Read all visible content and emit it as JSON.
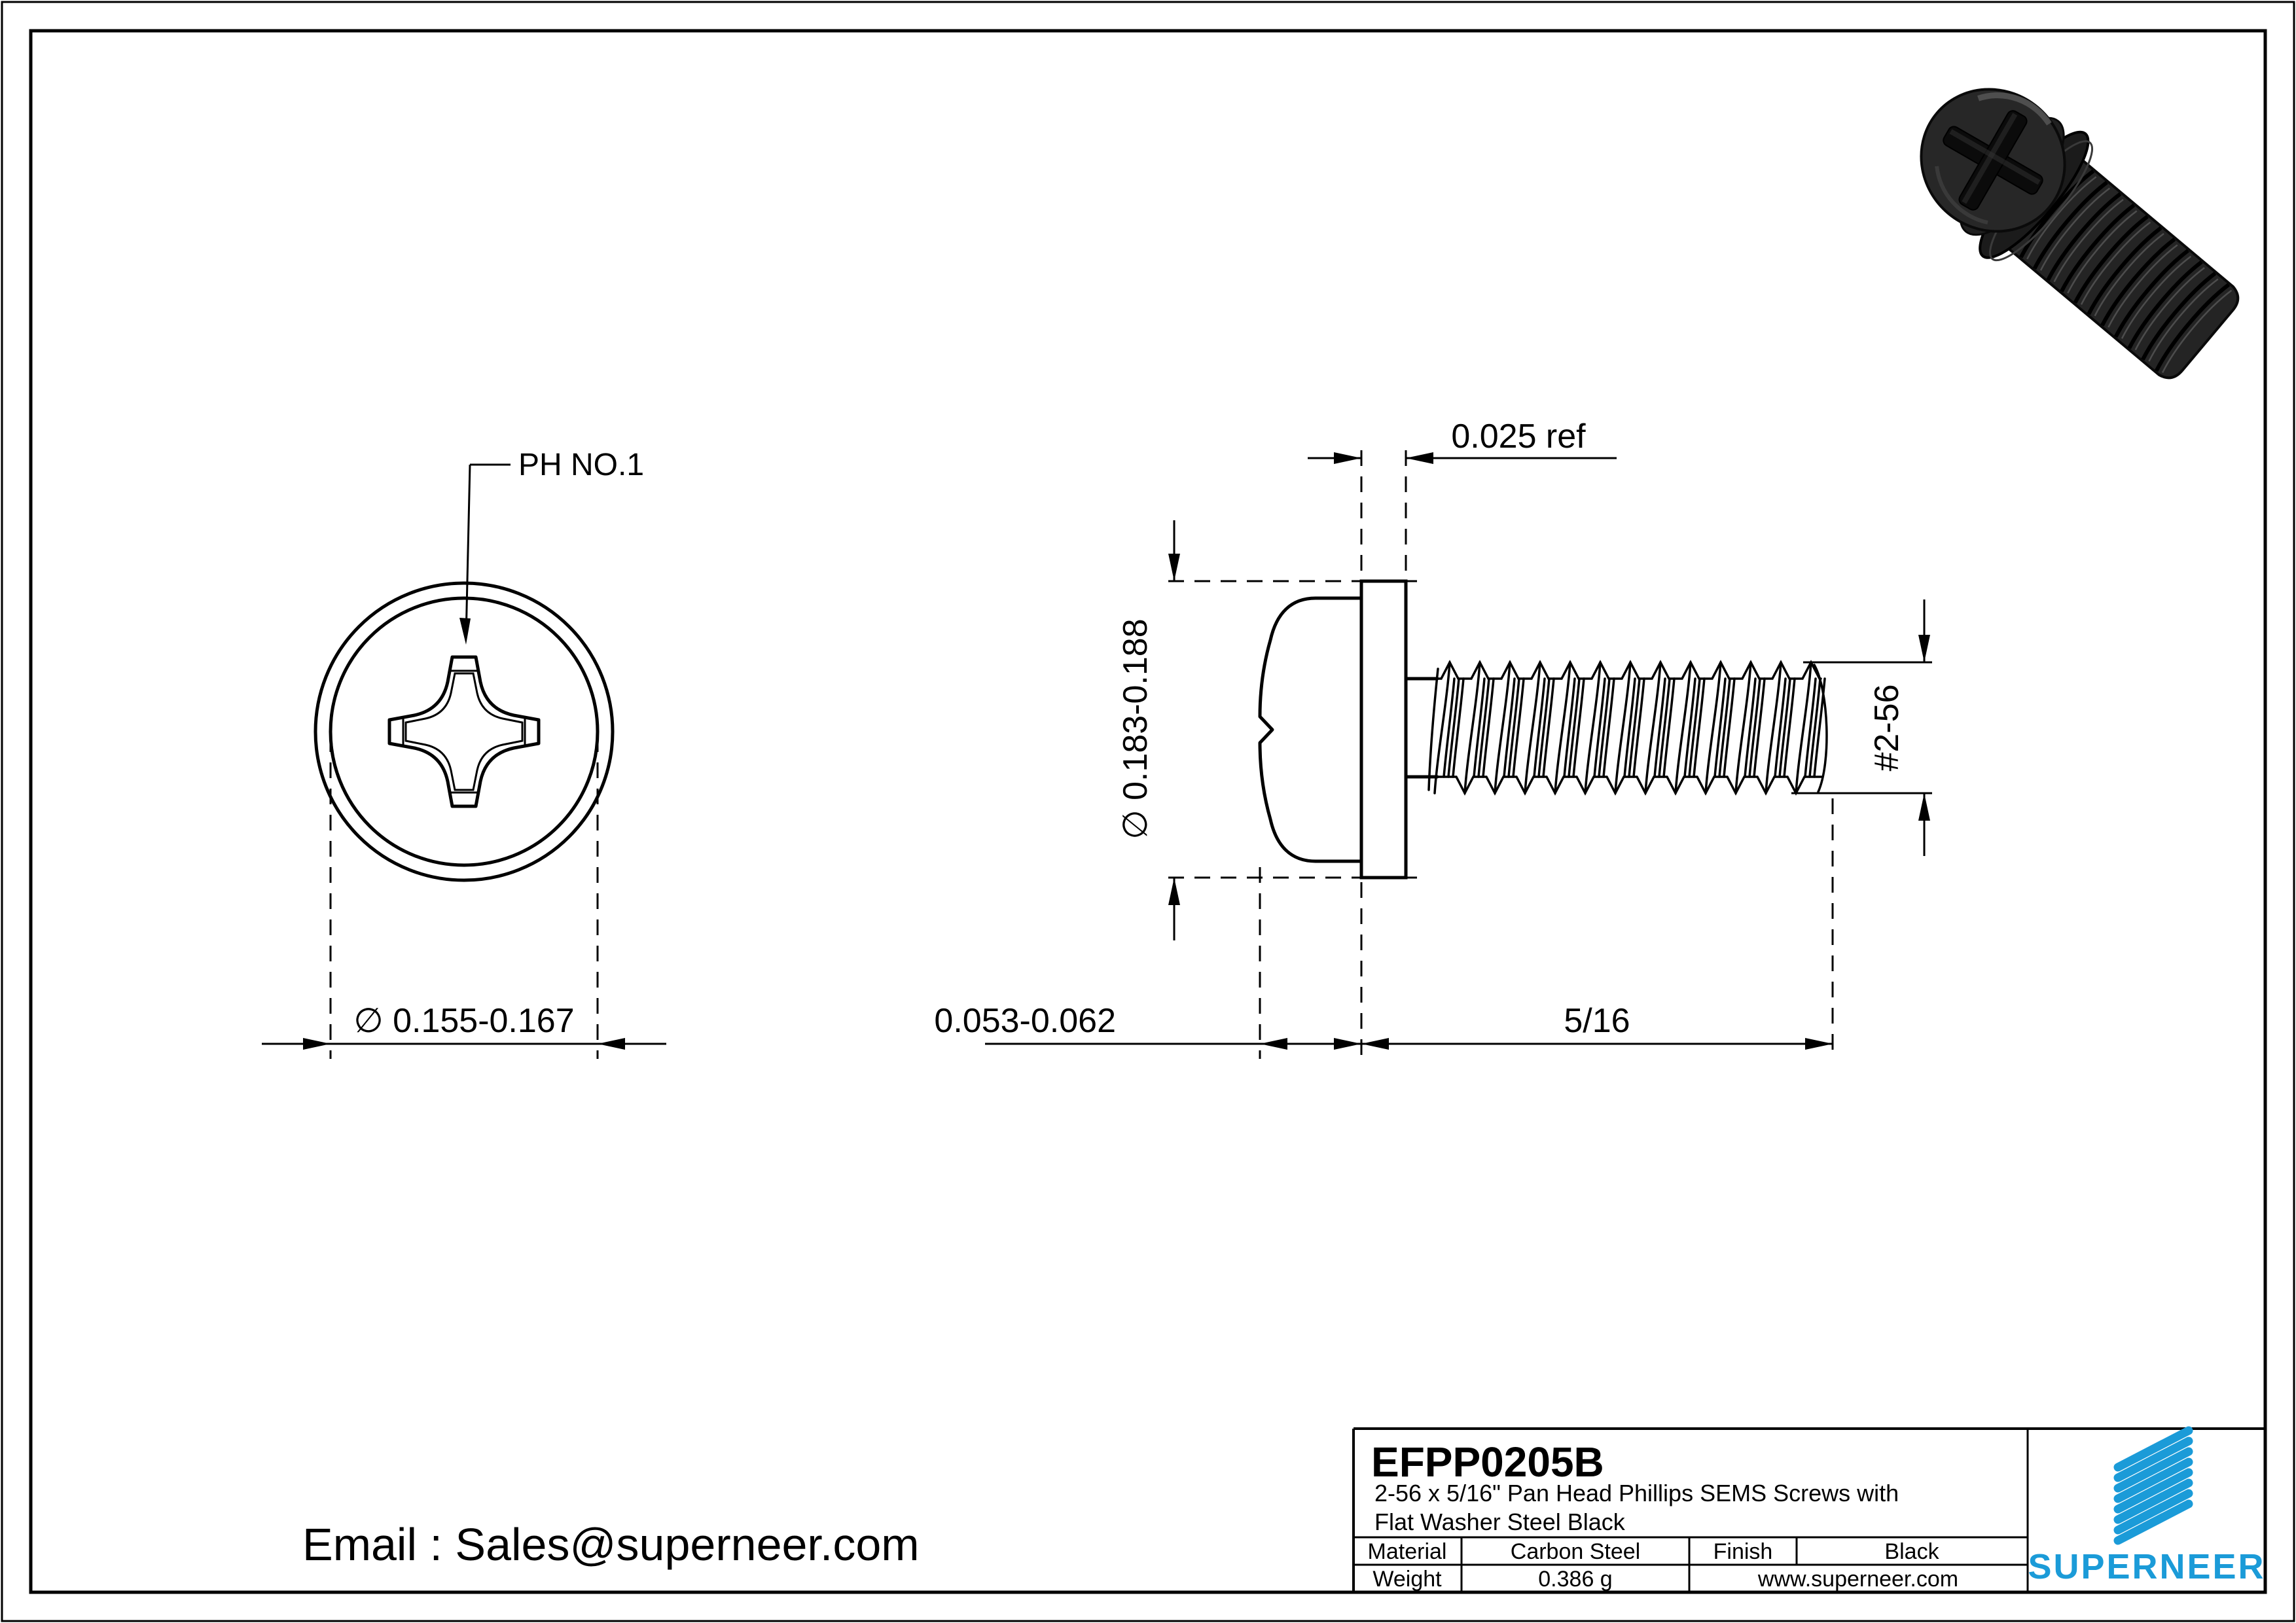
{
  "drawing": {
    "ph_label": "PH NO.1",
    "head_diameter": "∅ 0.155-0.167",
    "washer_diameter": "∅ 0.183-0.188",
    "washer_thickness": "0.025 ref",
    "head_height": "0.053-0.062",
    "thread_length": "5/16",
    "thread_size": "#2-56"
  },
  "footer": {
    "email": "Email : Sales@superneer.com"
  },
  "title_block": {
    "part_number": "EFPP0205B",
    "description_line1": "2-56 x 5/16\" Pan Head Phillips SEMS Screws with",
    "description_line2": "Flat Washer Steel Black",
    "material_label": "Material",
    "material_value": "Carbon Steel",
    "finish_label": "Finish",
    "finish_value": "Black",
    "weight_label": "Weight",
    "weight_value": "0.386 g",
    "website": "www.superneer.com",
    "brand": "SUPERNEER"
  },
  "colors": {
    "brand_blue": "#1b9bd8",
    "link_blue": "#1e88d2",
    "ink": "#000000",
    "paper": "#ffffff",
    "screw_body": "#1f1f1f"
  }
}
